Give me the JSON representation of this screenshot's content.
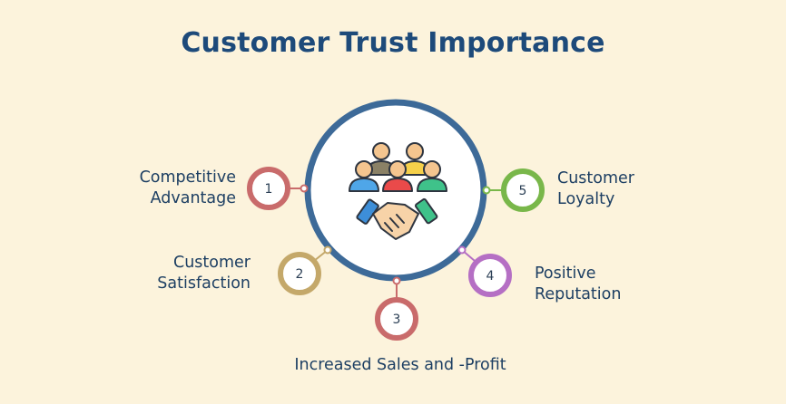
{
  "title": "Customer Trust Importance",
  "center_icon": "team-handshake-icon",
  "colors": {
    "background": "#fcf3dc",
    "title": "#1d4a7a",
    "center_ring": "#3d6a98",
    "item_1": "#c96b6b",
    "item_2": "#c4a86a",
    "item_3": "#c96b6b",
    "item_4": "#b56fc4",
    "item_5": "#79b74a"
  },
  "items": [
    {
      "number": "1",
      "line1": "Competitive",
      "line2": "Advantage"
    },
    {
      "number": "2",
      "line1": "Customer",
      "line2": "Satisfaction"
    },
    {
      "number": "3",
      "line1": "Increased Sales and -Profit",
      "line2": ""
    },
    {
      "number": "4",
      "line1": "Positive",
      "line2": "Reputation"
    },
    {
      "number": "5",
      "line1": "Customer",
      "line2": "Loyalty"
    }
  ]
}
